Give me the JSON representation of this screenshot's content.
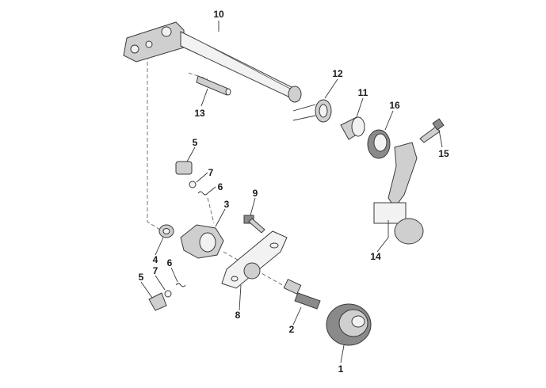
{
  "callouts": {
    "p1": "1",
    "p2": "2",
    "p3": "3",
    "p4": "4",
    "p5a": "5",
    "p5b": "5",
    "p6a": "6",
    "p6b": "6",
    "p7a": "7",
    "p7b": "7",
    "p8": "8",
    "p9": "9",
    "p10": "10",
    "p11": "11",
    "p12": "12",
    "p13": "13",
    "p14": "14",
    "p15": "15",
    "p16": "16"
  }
}
